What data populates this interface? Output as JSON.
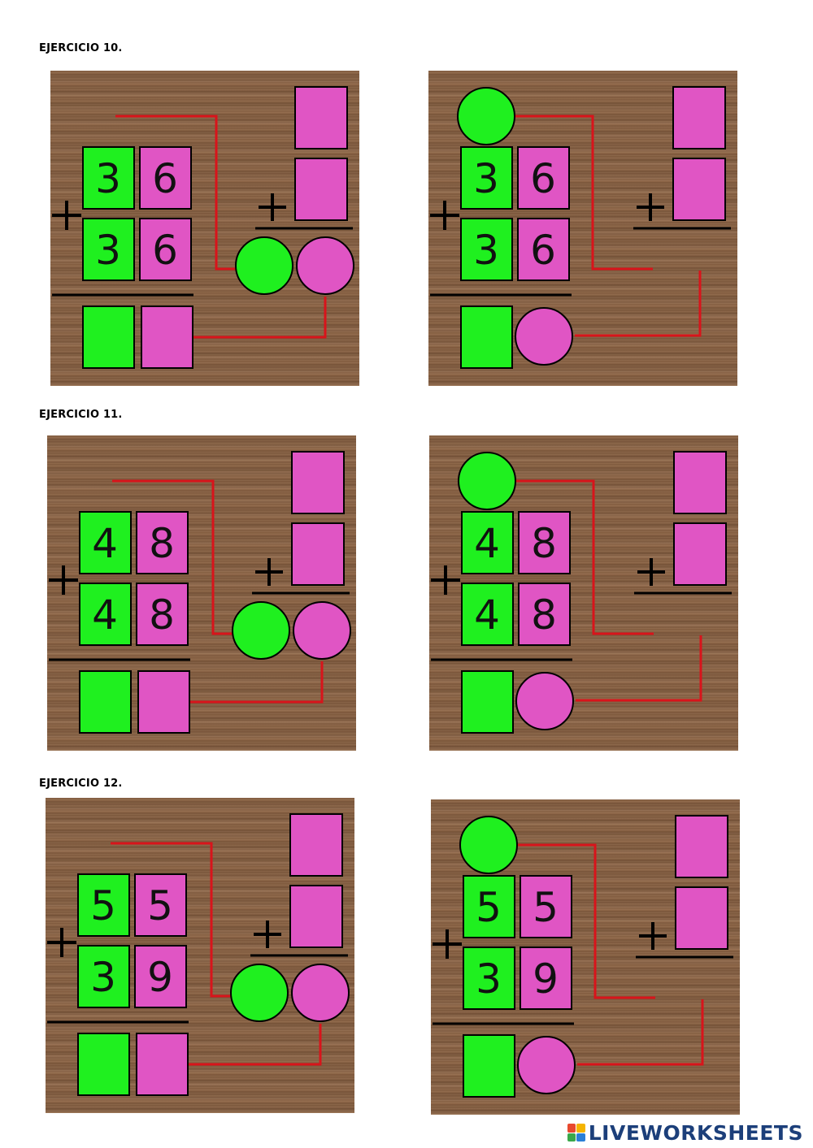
{
  "exercises": [
    {
      "title": "EJERCICIO 10.",
      "top": [
        3,
        6
      ],
      "bottom": [
        3,
        6
      ]
    },
    {
      "title": "EJERCICIO 11.",
      "top": [
        4,
        8
      ],
      "bottom": [
        4,
        8
      ]
    },
    {
      "title": "EJERCICIO 12.",
      "top": [
        5,
        5
      ],
      "bottom": [
        3,
        9
      ]
    }
  ],
  "colors": {
    "tens": "#1ff01f",
    "units": "#e055c4",
    "wire": "#d8141b",
    "wood": "#8c6446"
  },
  "symbols": {
    "plus": "+"
  },
  "brand": {
    "text": "LIVEWORKSHEETS",
    "mark_colors": [
      "#e8492f",
      "#f5b400",
      "#3aa84a",
      "#2a7fd6"
    ],
    "mark_icon": "liveworksheets-logo-icon"
  }
}
